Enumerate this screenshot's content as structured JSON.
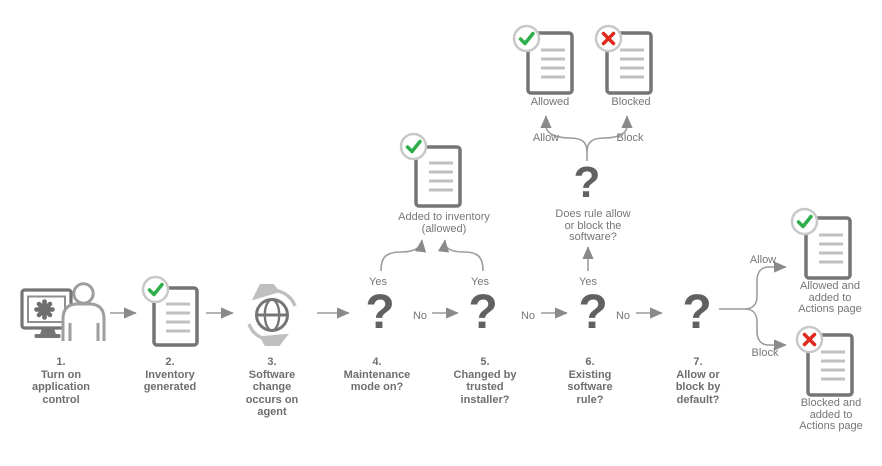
{
  "flow": {
    "steps": [
      {
        "id": "turn-on-application-control",
        "icon": "monitor-user-icon",
        "label": "1.\nTurn on\napplication\ncontrol"
      },
      {
        "id": "inventory-generated",
        "icon": "document-check-icon",
        "label": "2.\nInventory\ngenerated"
      },
      {
        "id": "software-change-on-agent",
        "icon": "globe-sync-icon",
        "label": "3.\nSoftware\nchange\noccurs on\nagent"
      },
      {
        "id": "maintenance-mode",
        "glyph": "?",
        "label": "4.\nMaintenance\nmode on?"
      },
      {
        "id": "trusted-installer",
        "glyph": "?",
        "label": "5.\nChanged by\ntrusted\ninstaller?"
      },
      {
        "id": "existing-software-rule",
        "glyph": "?",
        "label": "6.\nExisting\nsoftware\nrule?"
      },
      {
        "id": "allow-or-block-default",
        "glyph": "?",
        "label": "7.\nAllow or\nblock by\ndefault?"
      }
    ],
    "branch_labels": {
      "yes": "Yes",
      "no": "No",
      "allow": "Allow",
      "block": "Block"
    },
    "outcomes": {
      "added_to_inventory": "Added to inventory\n(allowed)",
      "rule_question_glyph": "?",
      "rule_question": "Does rule allow\nor block the\nsoftware?",
      "allowed_doc": "Allowed",
      "blocked_doc": "Blocked",
      "allowed_actions": "Allowed and\nadded to\nActions page",
      "blocked_actions": "Blocked and\nadded to\nActions page"
    }
  },
  "colors": {
    "check_green": "#2eae4b",
    "cross_red": "#df2b1e",
    "line_gray": "#9c9c9c",
    "icon_dark_gray": "#757575",
    "icon_light_gray": "#bfbfbf",
    "text_gray": "#6e6e6e"
  }
}
